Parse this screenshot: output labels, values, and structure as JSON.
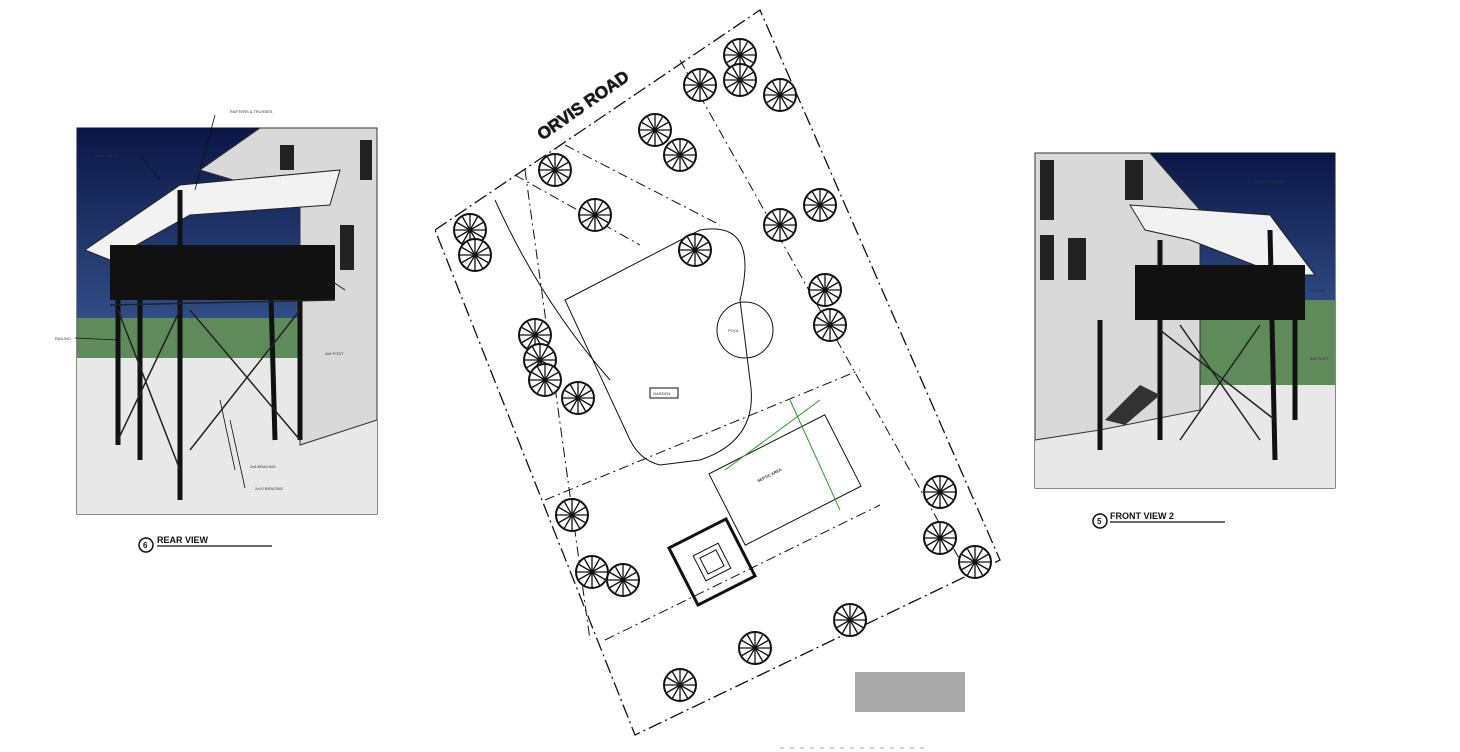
{
  "drawing": {
    "road_label": "ORVIS ROAD",
    "rear_view": {
      "number": "6",
      "title": "REAR VIEW"
    },
    "front_view": {
      "number": "5",
      "title": "FRONT VIEW 2"
    },
    "site_plan_labels": {
      "septic_area": "SEPTIC AREA",
      "garden": "GARDEN",
      "pool": "POOL"
    }
  },
  "colors": {
    "sky": "#0e1a4a",
    "grass": "#5f8a5a",
    "ground": "#e6e6e6",
    "green_line": "#2e9a2e"
  }
}
